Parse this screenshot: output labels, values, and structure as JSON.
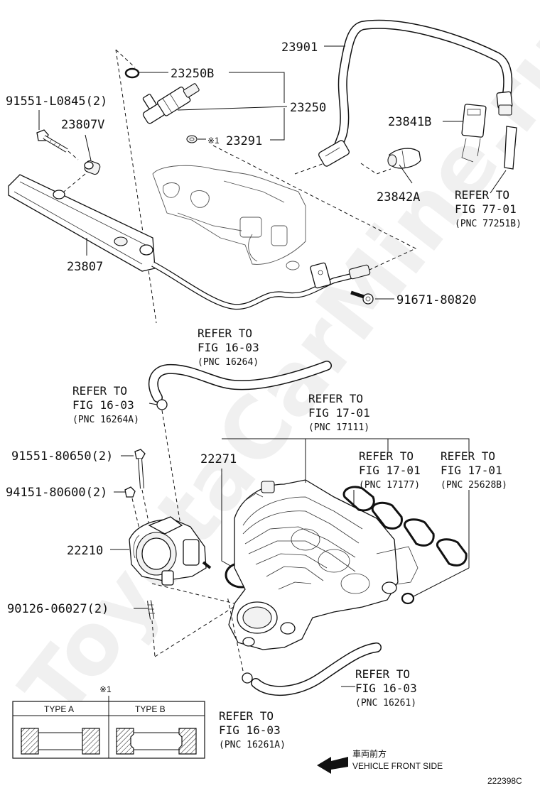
{
  "diagram_id": "222398C",
  "watermark": "ToyotaCarMine.ru",
  "parts": {
    "p23901": "23901",
    "p23250B": "23250B",
    "p23250": "23250",
    "p23291": "23291",
    "p23291_mark": "※1",
    "p91551_L0845": "91551-L0845(2)",
    "p23807V": "23807V",
    "p23841B": "23841B",
    "p23842A": "23842A",
    "p23807": "23807",
    "p91671_80820": "91671-80820",
    "p91551_80650": "91551-80650(2)",
    "p94151_80600": "94151-80600(2)",
    "p22271": "22271",
    "p22210": "22210",
    "p90126_06027": "90126-06027(2)"
  },
  "refs": {
    "r77": {
      "line1": "REFER TO",
      "line2": "FIG 77-01",
      "pnc": "(PNC 77251B)"
    },
    "r16264": {
      "line1": "REFER TO",
      "line2": "FIG 16-03",
      "pnc": "(PNC 16264)"
    },
    "r16264A": {
      "line1": "REFER TO",
      "line2": "FIG 16-03",
      "pnc": "(PNC 16264A)"
    },
    "r17111": {
      "line1": "REFER TO",
      "line2": "FIG 17-01",
      "pnc": "(PNC 17111)"
    },
    "r17177": {
      "line1": "REFER TO",
      "line2": "FIG 17-01",
      "pnc": "(PNC 17177)"
    },
    "r25628B": {
      "line1": "REFER TO",
      "line2": "FIG 17-01",
      "pnc": "(PNC 25628B)"
    },
    "r16261": {
      "line1": "REFER TO",
      "line2": "FIG 16-03",
      "pnc": "(PNC 16261)"
    },
    "r16261A": {
      "line1": "REFER TO",
      "line2": "FIG 16-03",
      "pnc": "(PNC 16261A)"
    }
  },
  "type_table": {
    "marker": "※1",
    "type_a": "TYPE A",
    "type_b": "TYPE B"
  },
  "direction": {
    "japanese": "車両前方",
    "english": "VEHICLE FRONT SIDE"
  }
}
